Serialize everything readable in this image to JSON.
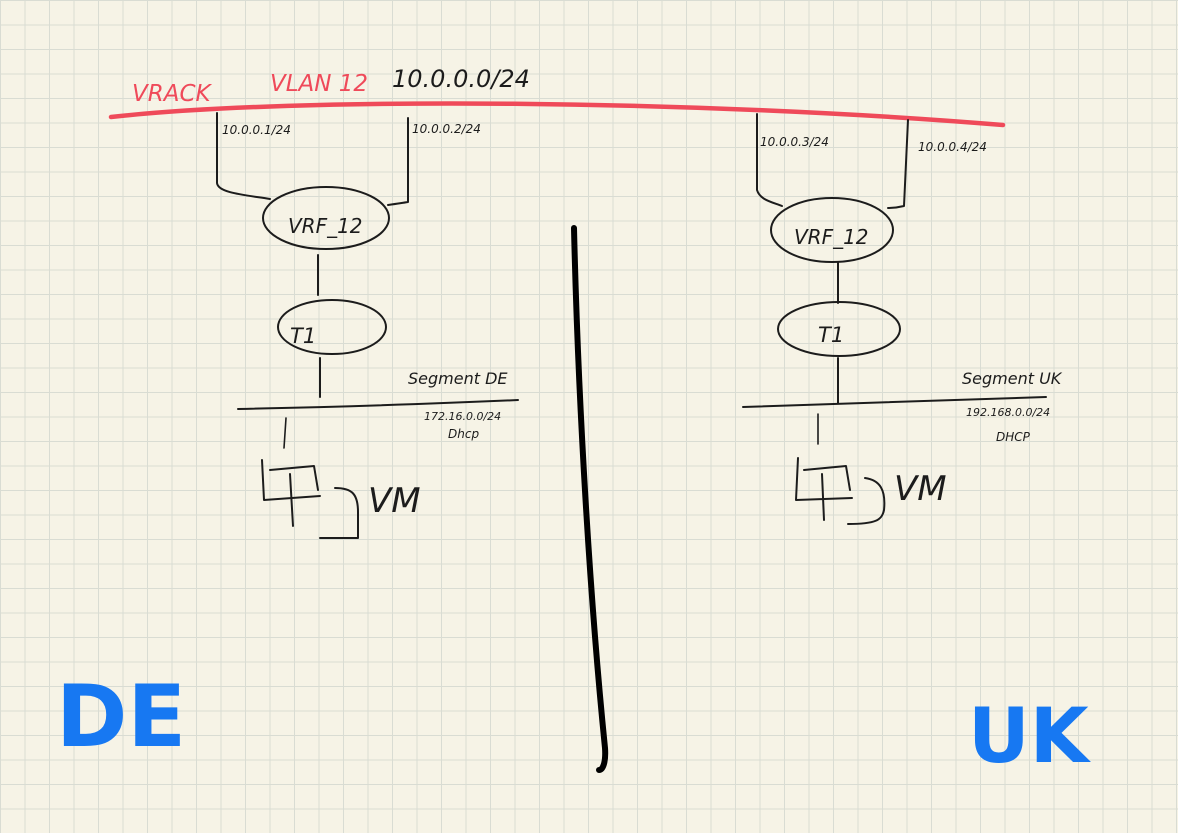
{
  "shared": {
    "vrack": "VRACK",
    "vlan": "VLAN 12",
    "subnet": "10.0.0.0/24"
  },
  "de": {
    "region": "DE",
    "uplink1": "10.0.0.1/24",
    "uplink2": "10.0.0.2/24",
    "vrf": "VRF_12",
    "t1": "T1",
    "segment_name": "Segment DE",
    "segment_subnet": "172.16.0.0/24",
    "segment_dhcp": "Dhcp",
    "vm": "VM"
  },
  "uk": {
    "region": "UK",
    "uplink1": "10.0.0.3/24",
    "uplink2": "10.0.0.4/24",
    "vrf": "VRF_12",
    "t1": "T1",
    "segment_name": "Segment UK",
    "segment_subnet": "192.168.0.0/24",
    "segment_dhcp": "DHCP",
    "vm": "VM"
  },
  "colors": {
    "vrack_line": "#ef4a5a",
    "region_label": "#1778f2",
    "ink": "#1c1c1c"
  }
}
